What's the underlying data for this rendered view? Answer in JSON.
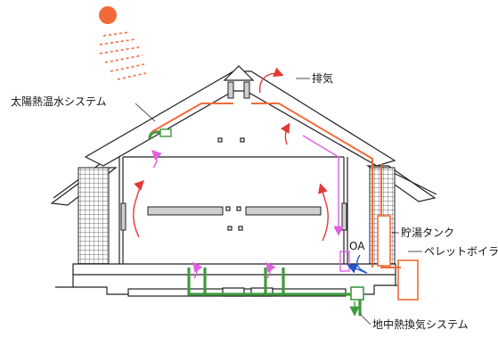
{
  "labels": {
    "solar_system": "太陽熱温水システム",
    "exhaust": "排気",
    "storage_tank": "貯湯タンク",
    "pellet_boiler": "ペレットボイラ",
    "outside_air": "OA",
    "geothermal_system": "地中熱換気システム"
  },
  "colors": {
    "sun": "#f26a3a",
    "solar_piping": "#f26a3a",
    "ground_pipe": "#3f9a3f",
    "warm_air": "#e53935",
    "circulating_air": "#e060e0",
    "outside_air_flow": "#2255cc"
  }
}
